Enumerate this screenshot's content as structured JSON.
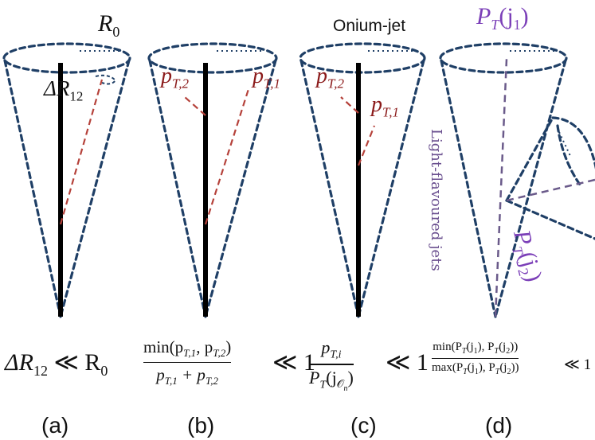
{
  "panels": [
    {
      "label": "(a)",
      "top_label": "R_0",
      "annotation": "ΔR_12"
    },
    {
      "label": "(b)",
      "sub1": "p_{T,2}",
      "sub2": "p_{T,1}"
    },
    {
      "label": "(c)",
      "top_label": "Onium-jet",
      "sub1": "p_{T,2}",
      "sub2": "p_{T,1}"
    },
    {
      "label": "(d)",
      "top_label": "P_T(j_1)",
      "side_label": "Light-flavoured jets",
      "sub_label": "P_T(j_2)"
    }
  ],
  "text": {
    "a_top": "R",
    "a_top_sub": "0",
    "a_ann": "ΔR",
    "a_ann_sub": "12",
    "b_p2": "p",
    "b_p2_sub": "T,2",
    "b_p1": "p",
    "b_p1_sub": "T,1",
    "c_title": "Onium-jet",
    "c_p2": "p",
    "c_p2_sub": "T,2",
    "c_p1": "p",
    "c_p1_sub": "T,1",
    "d_title_main": "P",
    "d_title_sub": "T",
    "d_title_arg": "(j",
    "d_title_arg_sub": "1",
    "d_title_close": ")",
    "d_side": "Light-flavoured jets",
    "d_j2_main": "P",
    "d_j2_sub": "T",
    "d_j2_arg": "(j",
    "d_j2_arg_sub": "2",
    "d_j2_close": ")",
    "eq_a_lhs": "ΔR",
    "eq_a_lhs_sub": "12",
    "eq_a_rel": " ≪ R",
    "eq_a_rhs_sub": "0",
    "eq_b_num": "min(p",
    "eq_b_num_s1": "T,1",
    "eq_b_num_mid": ", p",
    "eq_b_num_s2": "T,2",
    "eq_b_num_end": ")",
    "eq_b_den": "p",
    "eq_b_den_s1": "T,1",
    "eq_b_den_mid": " + p",
    "eq_b_den_s2": "T,2",
    "eq_b_rel": "≪ 1",
    "eq_c_num": "p",
    "eq_c_num_sub": "T,i",
    "eq_c_den": "P",
    "eq_c_den_sub": "T",
    "eq_c_den_arg": "(j",
    "eq_c_den_arg_sub": "𝒪",
    "eq_c_den_arg_subsub": "n",
    "eq_c_den_close": ")",
    "eq_c_rel": "≪ 1",
    "eq_d_num": "min(P",
    "eq_d_num_s": "T",
    "eq_d_num_mid": "(j",
    "eq_d_num_a": "1",
    "eq_d_num_mid2": "), P",
    "eq_d_num_s2": "T",
    "eq_d_num_mid3": "(j",
    "eq_d_num_b": "2",
    "eq_d_num_end": "))",
    "eq_d_den": "max(P",
    "eq_d_den_s": "T",
    "eq_d_den_mid": "(j",
    "eq_d_den_a": "1",
    "eq_d_den_mid2": "), P",
    "eq_d_den_s2": "T",
    "eq_d_den_mid3": "(j",
    "eq_d_den_b": "2",
    "eq_d_den_end": "))",
    "eq_d_rel": "≪ 1"
  },
  "colors": {
    "cone": "#1f3f66",
    "jet_axis": "#000000",
    "subjet": "#b5413a",
    "subjet_label": "#8b1a1a",
    "purple": "#7b3fb8",
    "purple_line": "#6a5a8a"
  }
}
